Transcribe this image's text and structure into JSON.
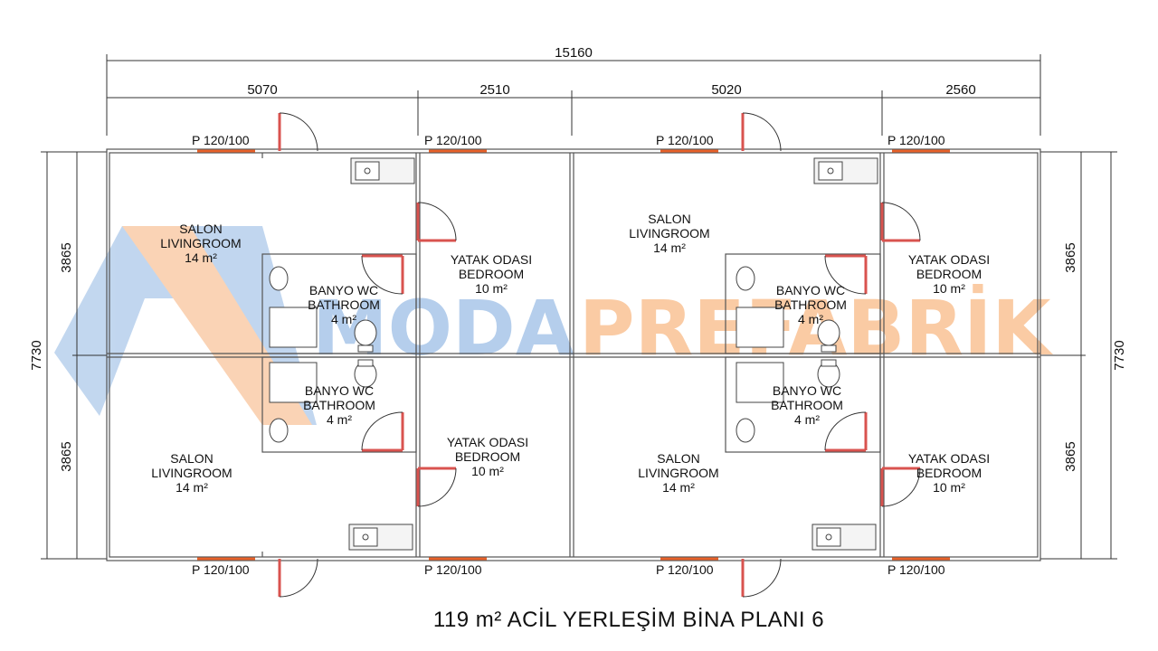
{
  "title": "119 m² ACİL YERLEŞİM BİNA PLANI 6",
  "watermark": {
    "part1": "MODA",
    "part2": "PREFABRİK",
    "color1": "#6f9fd8",
    "color2": "#f7a15a"
  },
  "dimensions": {
    "total_width": "15160",
    "segments": [
      "5070",
      "2510",
      "5020",
      "2560"
    ],
    "total_height": "7730",
    "half_height": "3865"
  },
  "window_label": "P 120/100",
  "rooms": {
    "salon": [
      "SALON",
      "LIVINGROOM",
      "14 m²"
    ],
    "yatak": [
      "YATAK ODASI",
      "BEDROOM",
      "10 m²"
    ],
    "banyo": [
      "BANYO WC",
      "BATHROOM",
      "4 m²"
    ]
  },
  "colors": {
    "wall": "#555555",
    "door": "#d9534f",
    "window": "#e8622a"
  }
}
